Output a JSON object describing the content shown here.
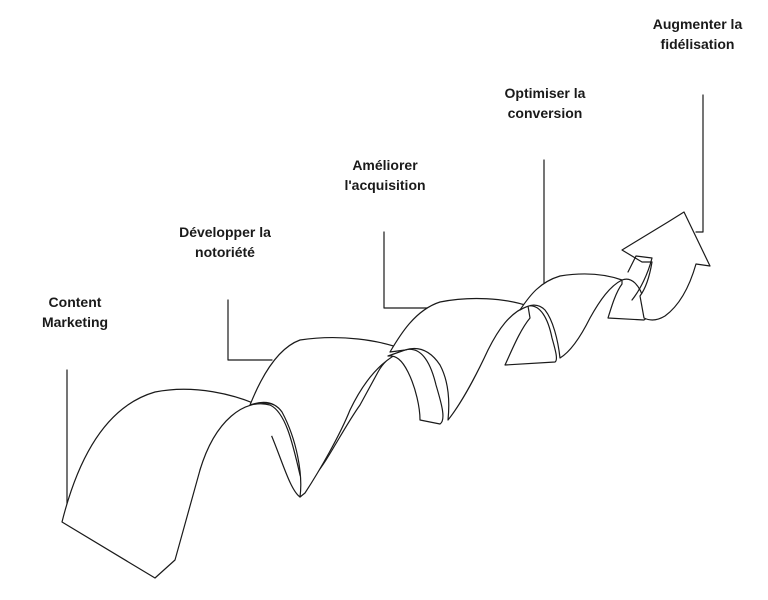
{
  "steps": [
    {
      "line1": "Content",
      "line2": "Marketing"
    },
    {
      "line1": "Développer la",
      "line2": "notoriété"
    },
    {
      "line1": "Améliorer",
      "line2": "l'acquisition"
    },
    {
      "line1": "Optimiser la",
      "line2": "conversion"
    },
    {
      "line1": "Augmenter la",
      "line2": "fidélisation"
    }
  ]
}
